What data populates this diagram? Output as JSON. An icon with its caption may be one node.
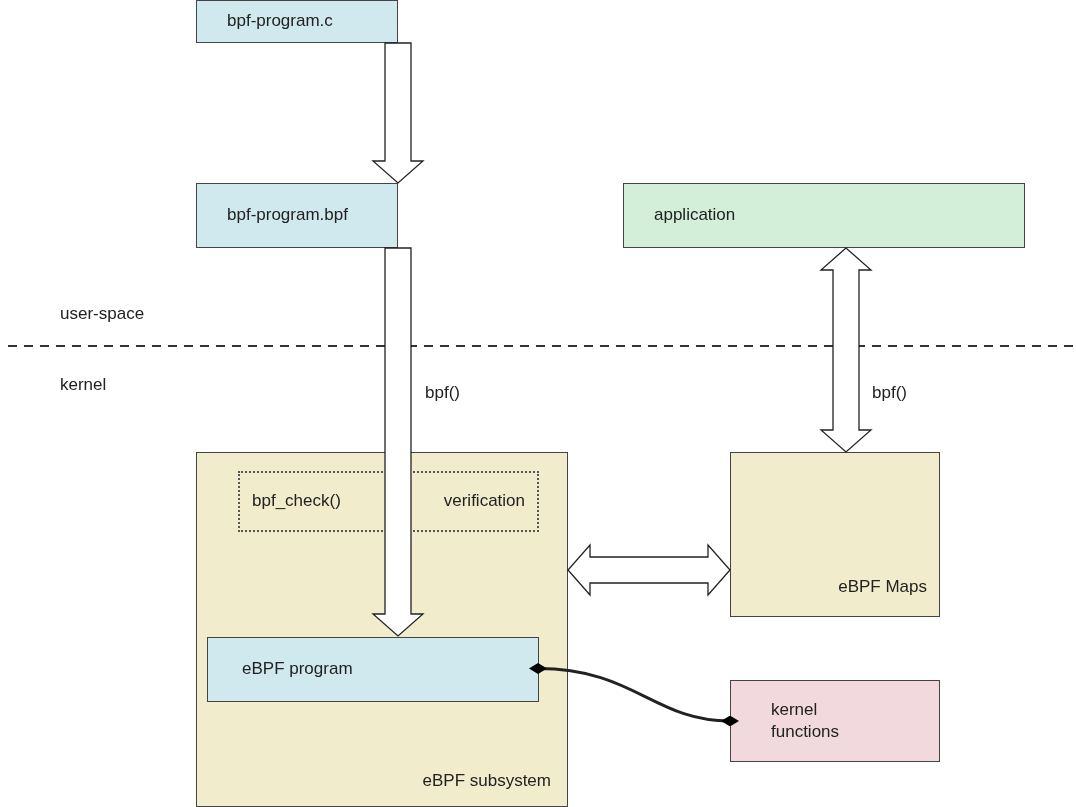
{
  "diagram": {
    "nodes": [
      {
        "text": [
          "bpf-program.c"
        ]
      },
      {
        "text": [
          "bpf-program.bpf"
        ]
      },
      {
        "text": [
          "application"
        ]
      },
      {
        "text": [
          "eBPF subsystem"
        ]
      },
      {
        "text": [
          "bpf_check()",
          "verification"
        ],
        "in": 3
      },
      {
        "text": [
          "eBPF program"
        ],
        "in": 3
      },
      {
        "text": [
          "eBPF Maps"
        ]
      },
      {
        "text": [
          "kernel functions"
        ]
      }
    ],
    "edges": [
      {
        "from": 0,
        "to": 1,
        "arrow": "to"
      },
      {
        "from": 1,
        "to": 5,
        "arrow": "to",
        "label": "bpf()"
      },
      {
        "from": 2,
        "to": 6,
        "arrow": "both",
        "label": "bpf()"
      },
      {
        "from": 3,
        "to": 6,
        "arrow": "both"
      },
      {
        "from": 5,
        "to": 7,
        "arrow": "other"
      }
    ],
    "labels": [
      "user-space",
      "kernel"
    ]
  }
}
